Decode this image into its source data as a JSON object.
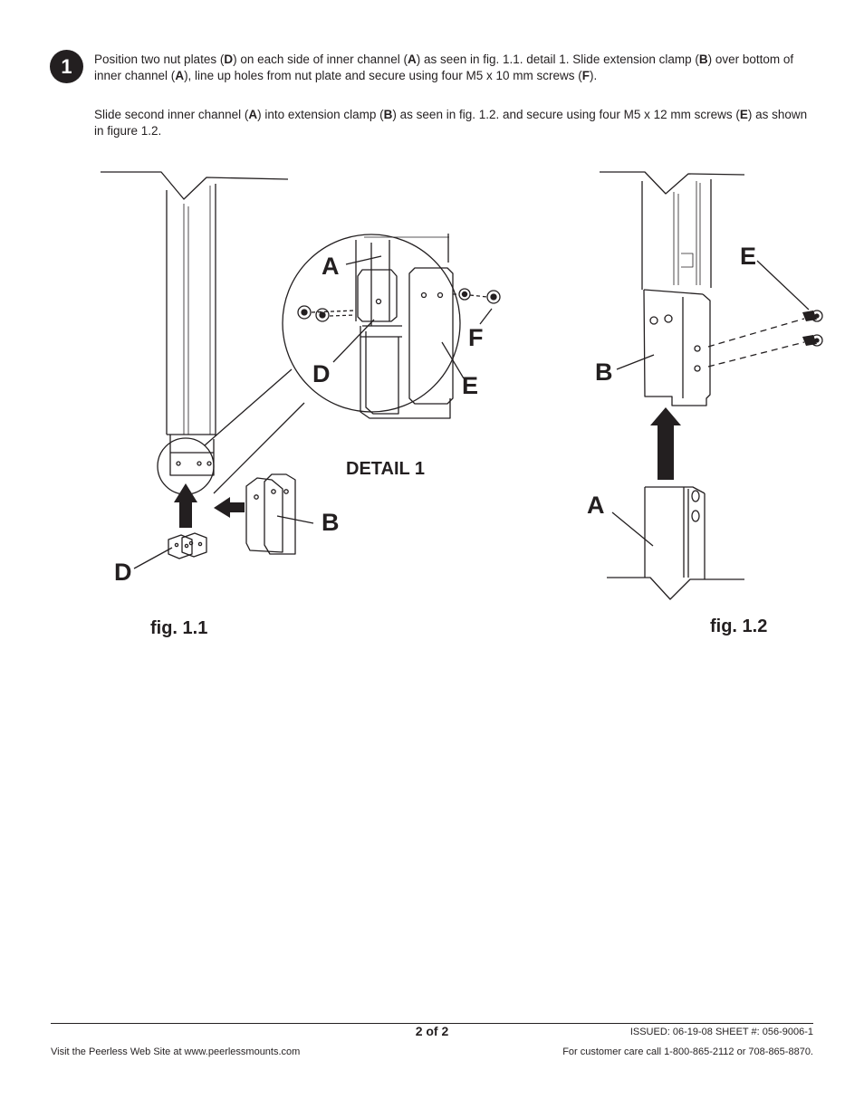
{
  "step": {
    "number": "1"
  },
  "instructions": [
    {
      "parts": [
        {
          "t": "Position two nut plates ("
        },
        {
          "t": "D",
          "b": true
        },
        {
          "t": ") on each side of inner channel ("
        },
        {
          "t": "A",
          "b": true
        },
        {
          "t": ") as seen in fig. 1.1. detail 1. Slide extension clamp ("
        },
        {
          "t": "B",
          "b": true
        },
        {
          "t": ") over bottom of inner channel ("
        },
        {
          "t": "A",
          "b": true
        },
        {
          "t": "), line up holes from nut plate and secure using four M5 x 10 mm screws ("
        },
        {
          "t": "F",
          "b": true
        },
        {
          "t": ")."
        }
      ]
    },
    {
      "parts": [
        {
          "t": "Slide second inner channel ("
        },
        {
          "t": "A",
          "b": true
        },
        {
          "t": ") into extension clamp ("
        },
        {
          "t": "B",
          "b": true
        },
        {
          "t": ") as seen in fig. 1.2. and secure using four M5 x 12 mm screws ("
        },
        {
          "t": "E",
          "b": true
        },
        {
          "t": ") as shown in figure 1.2."
        }
      ]
    }
  ],
  "fig11": {
    "caption": "fig. 1.1",
    "detail_title": "DETAIL 1",
    "labels": {
      "a": "A",
      "d_detail": "D",
      "e": "E",
      "f": "F",
      "b": "B",
      "d": "D"
    }
  },
  "fig12": {
    "caption": "fig. 1.2",
    "labels": {
      "e": "E",
      "b": "B",
      "a": "A"
    }
  },
  "footer": {
    "page": "2 of 2",
    "issued": "ISSUED: 06-19-08  SHEET #: 056-9006-1",
    "website": "Visit the Peerless Web Site at www.peerlessmounts.com",
    "care": "For customer care call 1-800-865-2112 or 708-865-8870."
  }
}
